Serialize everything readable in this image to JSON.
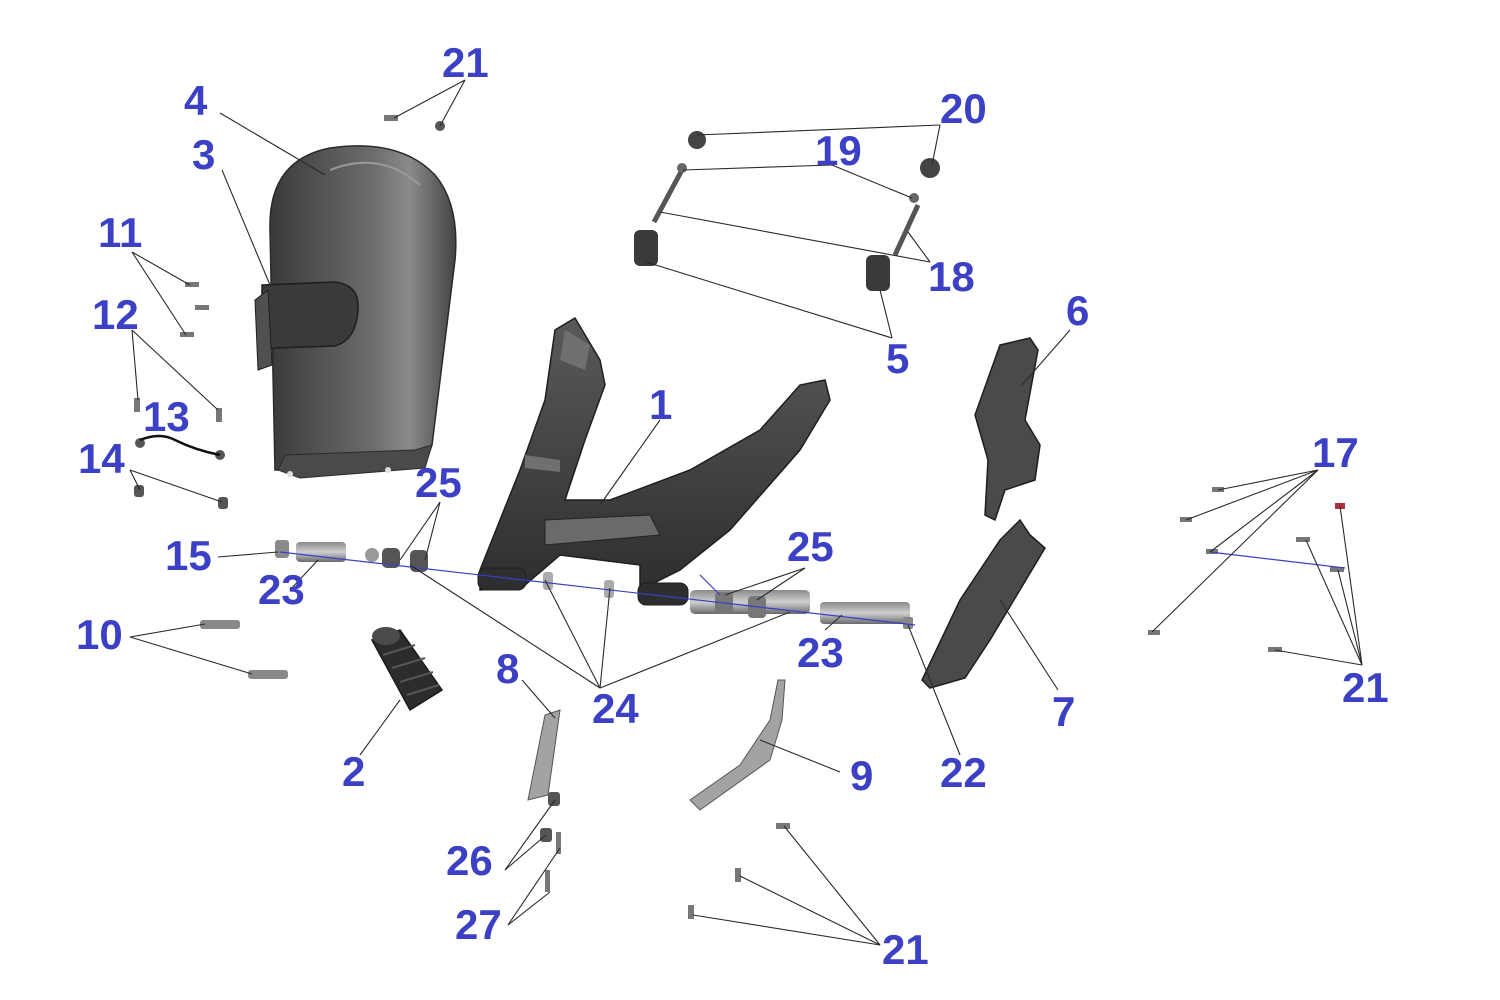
{
  "colors": {
    "label": "#3b40c4",
    "leader": "#2a2a2a",
    "axis": "#3b40c4",
    "part_dark": "#3c3c3e",
    "part_mid": "#5a5a5c",
    "part_light": "#9a9a9a"
  },
  "labels": {
    "l1": "1",
    "l2": "2",
    "l3": "3",
    "l4": "4",
    "l5": "5",
    "l6": "6",
    "l7": "7",
    "l8": "8",
    "l9": "9",
    "l10": "10",
    "l11": "11",
    "l12": "12",
    "l13": "13",
    "l14": "14",
    "l15": "15",
    "l17": "17",
    "l18": "18",
    "l19": "19",
    "l20": "20",
    "l21_top": "21",
    "l21_right": "21",
    "l21_bottom": "21",
    "l22": "22",
    "l23_left": "23",
    "l23_right": "23",
    "l24": "24",
    "l25_left": "25",
    "l25_right": "25",
    "l26": "26",
    "l27": "27"
  }
}
